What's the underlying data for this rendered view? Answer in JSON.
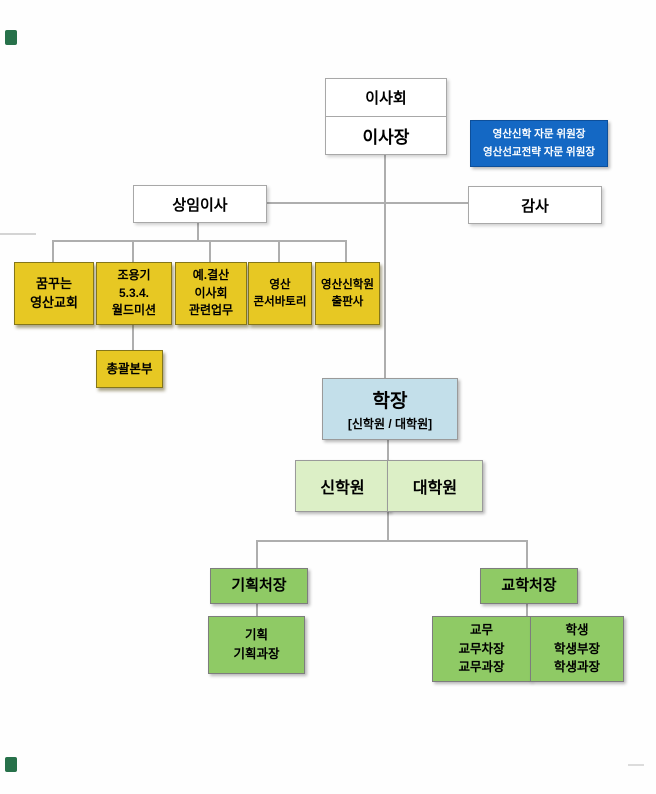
{
  "chart": {
    "type": "org-chart",
    "language": "ko"
  },
  "colors": {
    "gold_box": "#E7C823",
    "advisory_blue": "#1468C4",
    "dean_light_blue": "#C3DFEA",
    "pale_green": "#DCEFC6",
    "green": "#8FCA65",
    "white_box": "#FFFFFF",
    "connector_gray": "#AEAEAE"
  },
  "nodes": {
    "board": {
      "label": "이사회"
    },
    "chairman": {
      "label": "이사장"
    },
    "advisory": {
      "lines": [
        "영산신학 자문 위원장",
        "영산선교전략 자문 위원장"
      ]
    },
    "standing_director": {
      "label": "상임이사"
    },
    "auditor": {
      "label": "감사"
    },
    "dream_church": {
      "lines": [
        "꿈꾸는",
        "영산교회"
      ]
    },
    "world_mission": {
      "lines": [
        "조용기",
        "5.3.4.",
        "월드미션"
      ]
    },
    "budget_board_affairs": {
      "lines": [
        "예.결산",
        "이사회",
        "관련업무"
      ]
    },
    "conservatory": {
      "lines": [
        "영산",
        "콘서바토리"
      ]
    },
    "press": {
      "lines": [
        "영산신학원",
        "출판사"
      ]
    },
    "headquarters": {
      "label": "총괄본부"
    },
    "dean": {
      "title": "학장",
      "subtitle": "[신학원 / 대학원]"
    },
    "seminary": {
      "label": "신학원"
    },
    "graduate_school": {
      "label": "대학원"
    },
    "planning_director": {
      "label": "기획처장"
    },
    "planning_office": {
      "lines": [
        "기획",
        "기획과장"
      ]
    },
    "academic_director": {
      "label": "교학처장"
    },
    "academic_affairs": {
      "lines": [
        "교무",
        "교무차장",
        "교무과장"
      ]
    },
    "student_affairs": {
      "lines": [
        "학생",
        "학생부장",
        "학생과장"
      ]
    }
  }
}
